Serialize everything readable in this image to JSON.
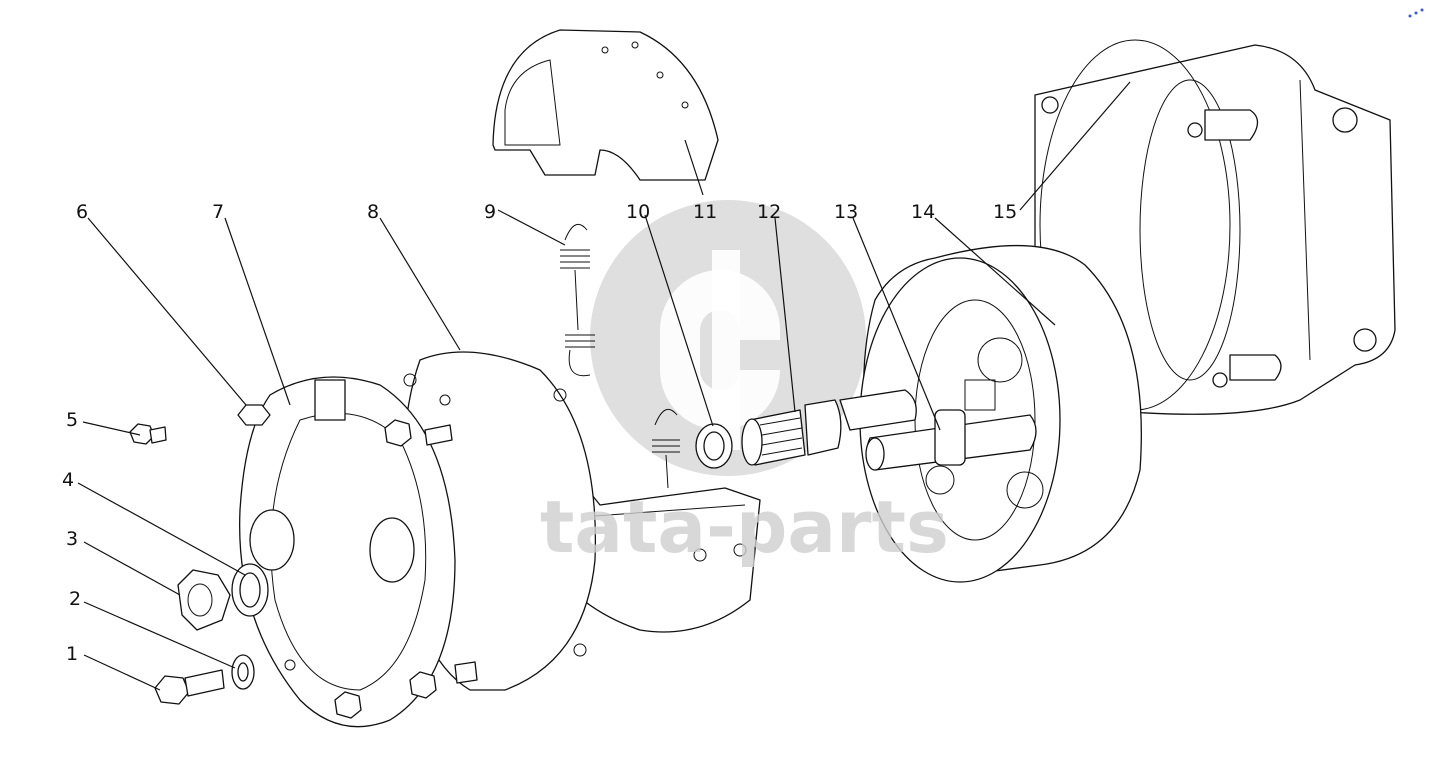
{
  "watermark": {
    "text": "tata-parts"
  },
  "callouts": [
    {
      "id": "1",
      "label": "1"
    },
    {
      "id": "2",
      "label": "2"
    },
    {
      "id": "3",
      "label": "3"
    },
    {
      "id": "4",
      "label": "4"
    },
    {
      "id": "5",
      "label": "5"
    },
    {
      "id": "6",
      "label": "6"
    },
    {
      "id": "7",
      "label": "7"
    },
    {
      "id": "8",
      "label": "8"
    },
    {
      "id": "9",
      "label": "9"
    },
    {
      "id": "10",
      "label": "10"
    },
    {
      "id": "11",
      "label": "11"
    },
    {
      "id": "12",
      "label": "12"
    },
    {
      "id": "13",
      "label": "13"
    },
    {
      "id": "14",
      "label": "14"
    },
    {
      "id": "15",
      "label": "15"
    }
  ],
  "colors": {
    "line": "#111111",
    "watermark": "#d9d9d9",
    "corner_mark": "#3f56d9"
  }
}
